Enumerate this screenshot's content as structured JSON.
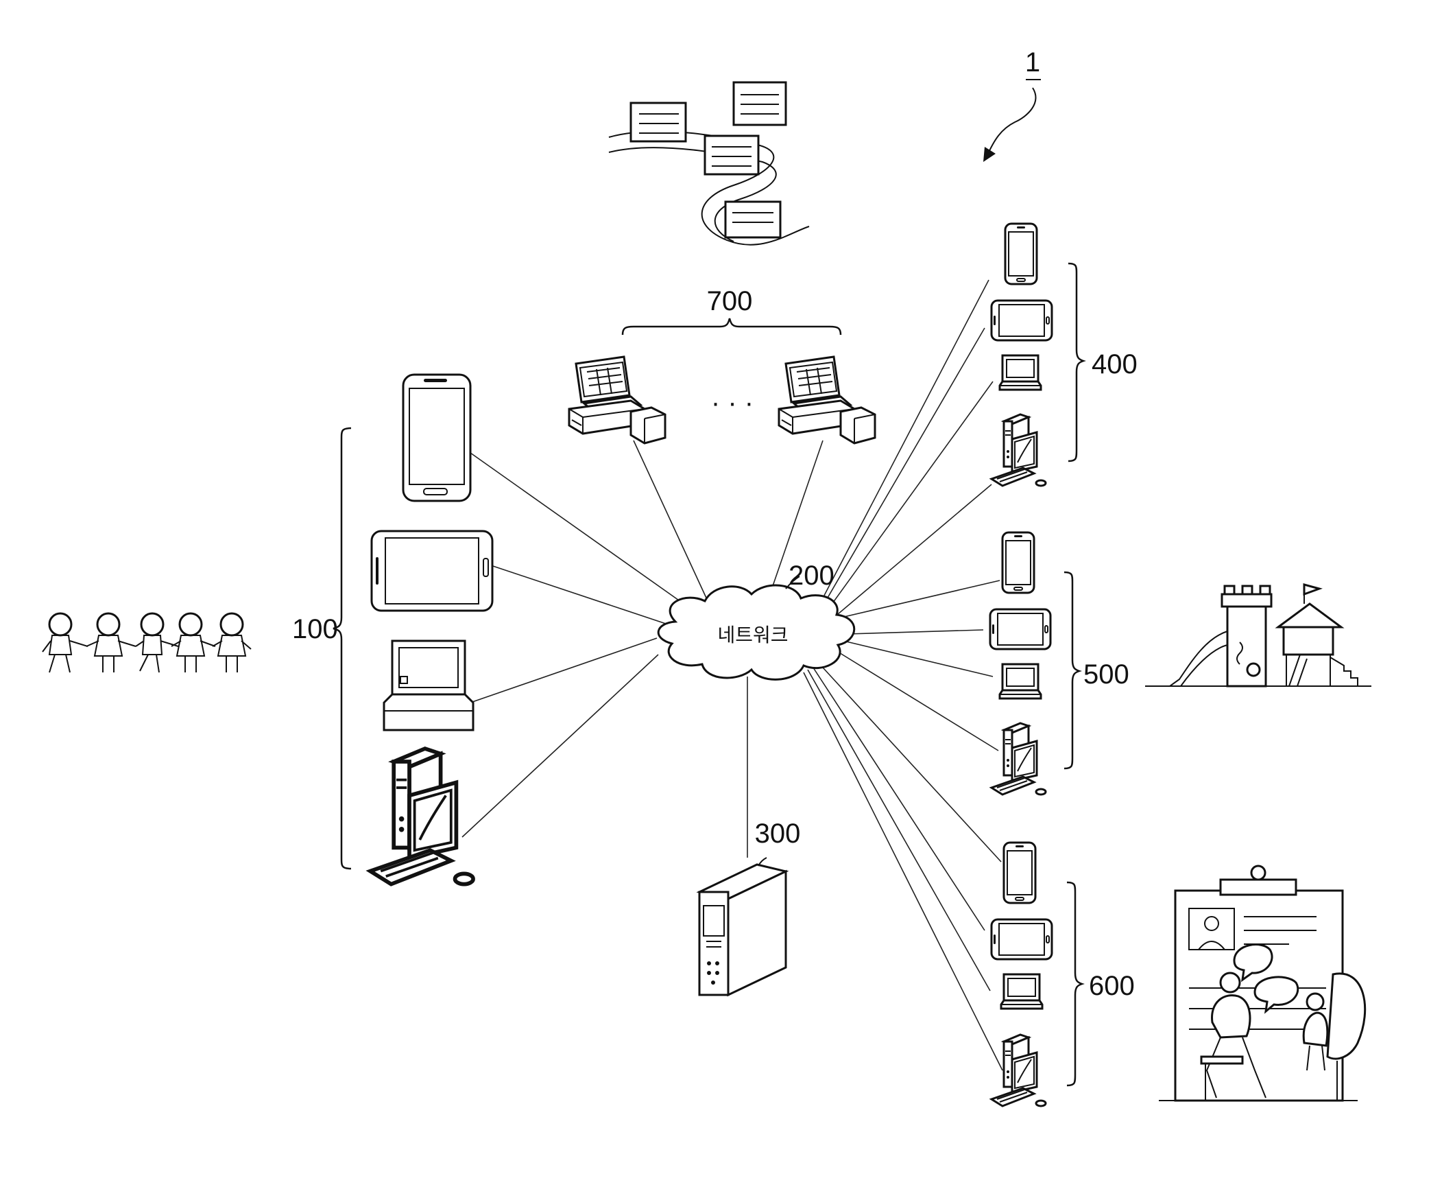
{
  "labels": {
    "system": "1",
    "terminals_group": "100",
    "network": "200",
    "network_text": "네트워크",
    "server": "300",
    "group_400": "400",
    "group_500": "500",
    "group_600": "600",
    "pos_group": "700",
    "ellipsis": "· · ·"
  },
  "icons": {
    "children": "children-icon",
    "town": "town-map-icon",
    "playground": "playground-icon",
    "counseling": "counseling-icon"
  }
}
